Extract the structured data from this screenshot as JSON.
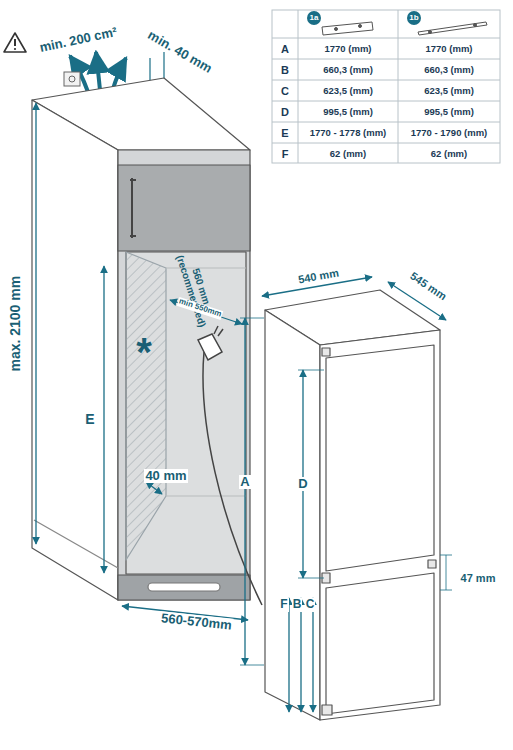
{
  "diagram": {
    "labels": [
      "min. 200 cm²",
      "min. 40 mm",
      "max. 2100 mm",
      "560 mm (recommended)",
      "min 550mm",
      "*",
      "E",
      "40 mm",
      "560-570mm",
      "540 mm",
      "545 mm",
      "A",
      "D",
      "47 mm",
      "F",
      "B",
      "C",
      "1a",
      "1b",
      "A",
      "1770 (mm)",
      "1770 (mm)",
      "B",
      "660,3 (mm)",
      "660,3 (mm)",
      "C",
      "623,5 (mm)",
      "623,5 (mm)",
      "D",
      "995,5 (mm)",
      "995,5 (mm)",
      "E",
      "1770 - 1778 (mm)",
      "1770 - 1790 (mm)",
      "F",
      "62 (mm)",
      "62 (mm)"
    ]
  }
}
